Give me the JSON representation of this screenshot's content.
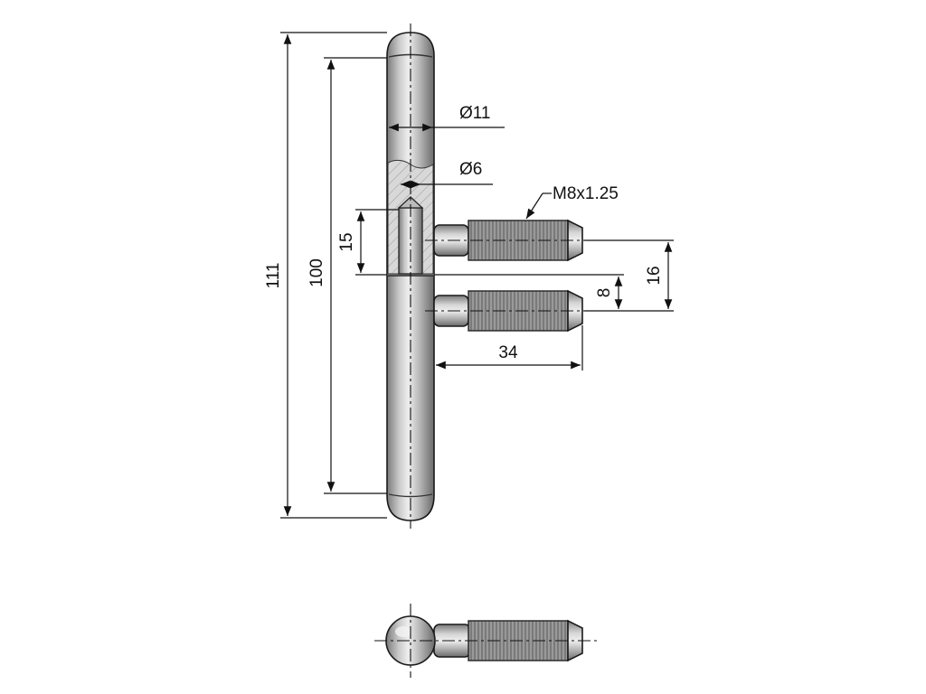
{
  "drawing": {
    "dimensions": {
      "overall_length": "111",
      "body_length": "100",
      "diameter_body": "Ø11",
      "diameter_bore": "Ø6",
      "thread": "M8x1.25",
      "bore_depth": "15",
      "pin_spacing": "8",
      "pin_offset": "16",
      "pin_length": "34"
    },
    "colors": {
      "line": "#111111",
      "metal_light": "#d9d9d9",
      "metal_mid": "#a8a8a8",
      "metal_dark": "#6e6e6e",
      "thread": "#8a8a8a"
    }
  }
}
